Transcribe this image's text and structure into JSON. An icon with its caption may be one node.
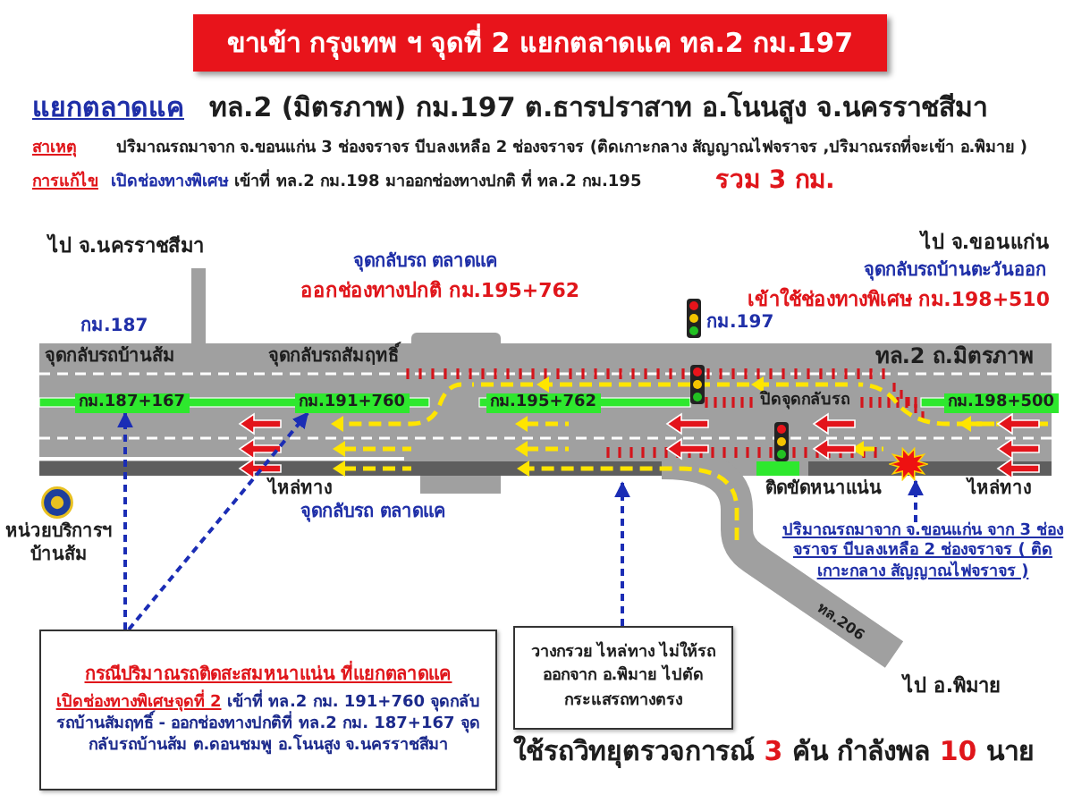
{
  "diagram": {
    "title": "ขาเข้า กรุงเทพ ฯ จุดที่ 2 แยกตลาดแค ทล.2 กม.197",
    "nodes": [
      {
        "text": [
          "กม.187+167"
        ]
      },
      {
        "text": [
          "กม.191+760"
        ]
      },
      {
        "text": [
          "กม.195+762"
        ]
      },
      {
        "text": [
          "กม.198+500"
        ]
      },
      {
        "text": [],
        "shape": "picture"
      },
      {
        "text": [
          "ปริมาณรถมาจาก จ.ขอนแก่น จาก 3 ช่องจราจร บีบลงเหลือ 2 ช่องจราจร ( ติดเกาะกลาง สัญญาณไฟจราจร )"
        ]
      },
      {
        "text": [
          "กรณีปริมาณรถติดสะสมหนาแน่น ที่แยกตลาดแค",
          "**เปิดช่องทางพิเศษจุดที่ 2** เข้าที่ ทล.2 กม. 191+760 จุดกลับรถบ้านสัมฤทธิ์ - ออกช่องทางปกติที่ ทล.2 กม. 187+167 จุดกลับรถบ้านส้ม ต.ดอนชมพู อ.โนนสูง จ.นครราชสีมา"
        ]
      },
      {
        "text": [
          "วางกรวย ไหล่ทาง ไม่ให้รถออกจาก อ.พิมาย ไปตัดกระแสรถทางตรง"
        ]
      }
    ],
    "edges": [
      {
        "from": 6,
        "to": 0,
        "arrow": "to",
        "style": "dashed"
      },
      {
        "from": 6,
        "to": 1,
        "arrow": "to",
        "style": "dashed"
      },
      {
        "from": 7,
        "to": null,
        "arrow": "to",
        "style": "dashed"
      },
      {
        "from": 5,
        "to": 4,
        "arrow": "to",
        "style": "dashed"
      }
    ],
    "labels": [
      "แยกตลาดแค",
      "ทล.2 (มิตรภาพ) กม.197 ต.ธารปราสาท อ.โนนสูง จ.นครราชสีมา",
      "สาเหตุ",
      "ปริมาณรถมาจาก จ.ขอนแก่น 3 ช่องจราจร บีบลงเหลือ 2 ช่องจราจร (ติดเกาะกลาง สัญญาณไฟจราจร ,ปริมาณรถที่จะเข้า อ.พิมาย )",
      "การแก้ไข",
      "**เปิดช่องทางพิเศษ** เข้าที่ ทล.2 กม.198 มาออกช่องทางปกติ ที่ ทล.2 กม.195",
      "รวม 3 กม.",
      "ไป จ.นครราชสีมา",
      "ไป จ.ขอนแก่น",
      "จุดกลับรถ ตลาดแค",
      "จุดกลับรถบ้านตะวันออก",
      "ออกช่องทางปกติ กม.195+762",
      "เข้าใช้ช่องทางพิเศษ กม.198+510",
      "กม.187",
      "กม.197",
      "จุดกลับรถบ้านส้ม",
      "จุดกลับรถสัมฤทธิ์",
      "ทล.2 ถ.มิตรภาพ",
      "ปิดจุดกลับรถ",
      "ไหล่ทาง",
      "ติดขัดหนาแน่น",
      "ไหล่ทาง",
      "จุดกลับรถ ตลาดแค",
      "หน่วยบริการฯ บ้านส้ม",
      "ทล.206",
      "ไป อ.พิมาย",
      "ใช้รถวิทยุตรวจการณ์ **3** คัน กำลังพล **10** นาย"
    ]
  }
}
